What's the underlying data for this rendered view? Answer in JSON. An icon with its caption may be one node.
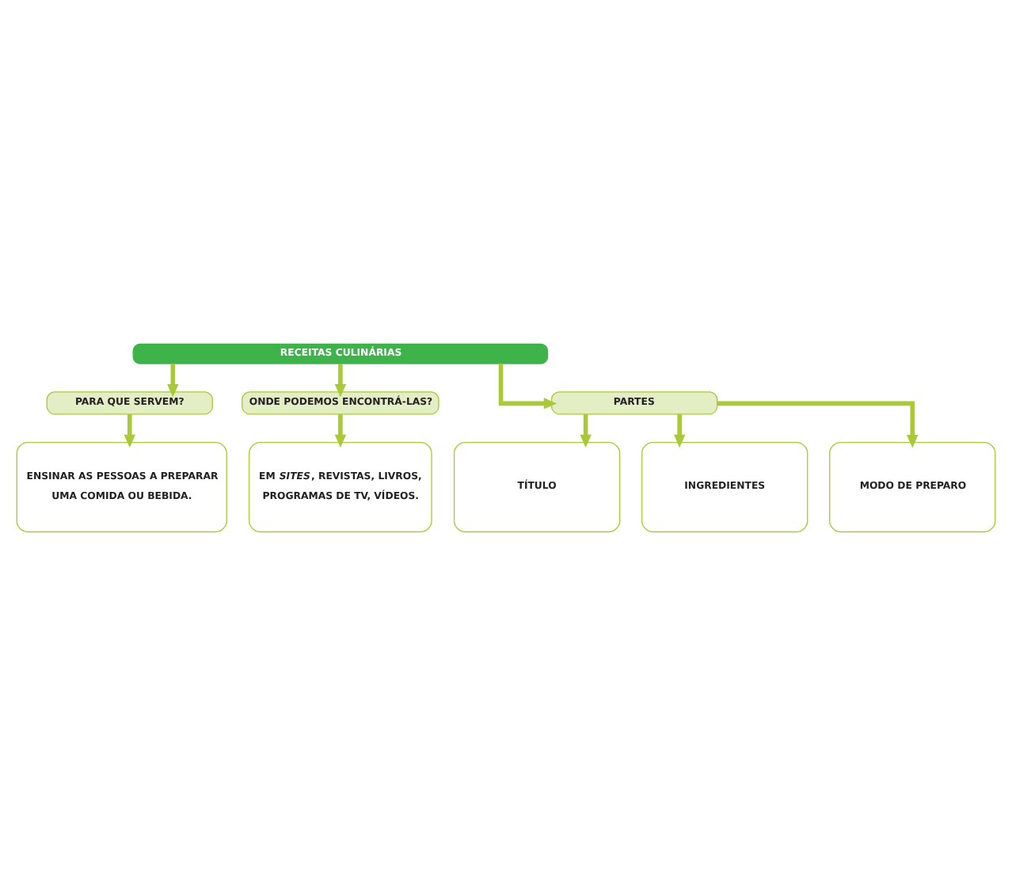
{
  "diagram": {
    "nodes": [
      {
        "text": [
          "RECEITAS CULINÁRIAS"
        ]
      },
      {
        "text": [
          "PARA QUE SERVEM?"
        ]
      },
      {
        "text": [
          "ONDE PODEMOS ENCONTRÁ-LAS?"
        ]
      },
      {
        "text": [
          "ENSINAR AS PESSOAS A PREPARAR UMA COMIDA OU BEBIDA."
        ]
      },
      {
        "text": [
          "EM *SITES*, REVISTAS, LIVROS, PROGRAMAS DE TV, VÍDEOS."
        ]
      },
      {
        "text": [
          "PARTES"
        ]
      },
      {
        "text": [
          "TÍTULO"
        ]
      },
      {
        "text": [
          "INGREDIENTES"
        ]
      },
      {
        "text": [
          "MODO DE PREPARO"
        ]
      }
    ],
    "edges": [
      {
        "from": 0,
        "to": 1,
        "arrow": "to"
      },
      {
        "from": 0,
        "to": 2,
        "arrow": "to"
      },
      {
        "from": 1,
        "to": 3,
        "arrow": "to"
      },
      {
        "from": 2,
        "to": 4,
        "arrow": "to"
      },
      {
        "from": 0,
        "to": 5,
        "arrow": "to"
      },
      {
        "from": 5,
        "to": 6,
        "arrow": "to"
      },
      {
        "from": 5,
        "to": 7,
        "arrow": "to"
      },
      {
        "from": 5,
        "to": 8,
        "arrow": "to"
      }
    ]
  }
}
